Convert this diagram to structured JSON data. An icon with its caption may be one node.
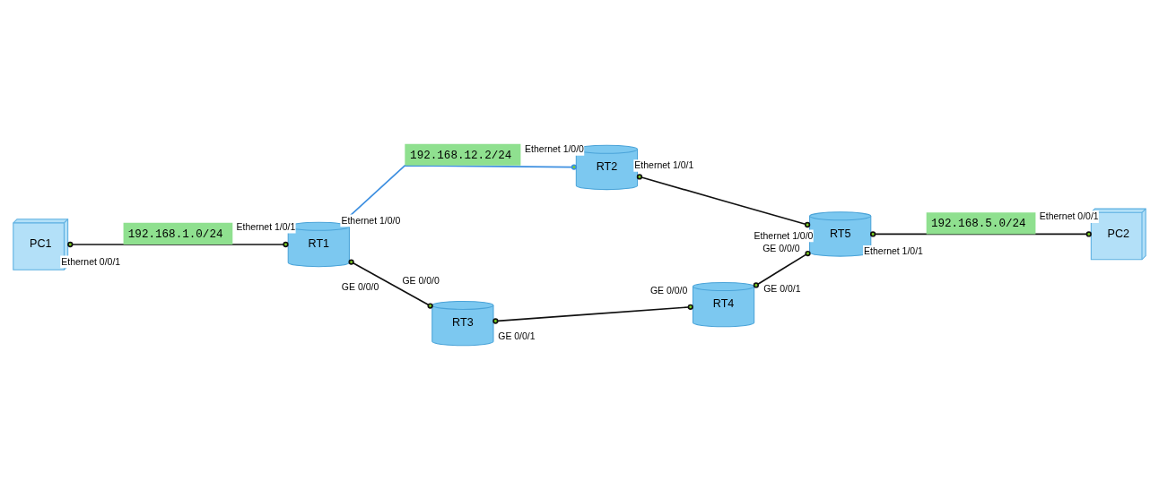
{
  "diagram": {
    "nodes": [
      {
        "text": [
          "RT2"
        ],
        "beside": [
          "Ethernet 1/0/0",
          "Ethernet 1/0/1"
        ]
      },
      {
        "text": [
          "PC1"
        ],
        "beside": [
          "Ethernet 0/0/1"
        ]
      },
      {
        "text": [
          "RT1"
        ],
        "beside": [
          "Ethernet 1/0/1",
          "Ethernet 1/0/0",
          "GE 0/0/0"
        ]
      },
      {
        "text": [
          "RT5"
        ],
        "beside": [
          "Ethernet 1/0/0",
          "Ethernet 1/0/1",
          "GE 0/0/0"
        ]
      },
      {
        "text": [
          "PC2"
        ],
        "beside": [
          "Ethernet 0/0/1"
        ]
      },
      {
        "text": [
          "RT3"
        ],
        "beside": [
          "GE 0/0/0",
          "GE 0/0/1"
        ]
      },
      {
        "text": [
          "RT4"
        ],
        "beside": [
          "GE 0/0/0",
          "GE 0/0/1"
        ]
      }
    ],
    "edges": [
      {
        "from": 1,
        "to": 2,
        "arrow": "other",
        "label": "192.168.1.0/24"
      },
      {
        "from": 2,
        "to": 0,
        "arrow": "other",
        "label": "192.168.12.2/24",
        "color": "#3d8fe0"
      },
      {
        "from": 0,
        "to": 3,
        "arrow": "other"
      },
      {
        "from": 3,
        "to": 4,
        "arrow": "other",
        "label": "192.168.5.0/24"
      },
      {
        "from": 2,
        "to": 5,
        "arrow": "other"
      },
      {
        "from": 5,
        "to": 6,
        "arrow": "other"
      },
      {
        "from": 6,
        "to": 3,
        "arrow": "other"
      }
    ]
  }
}
